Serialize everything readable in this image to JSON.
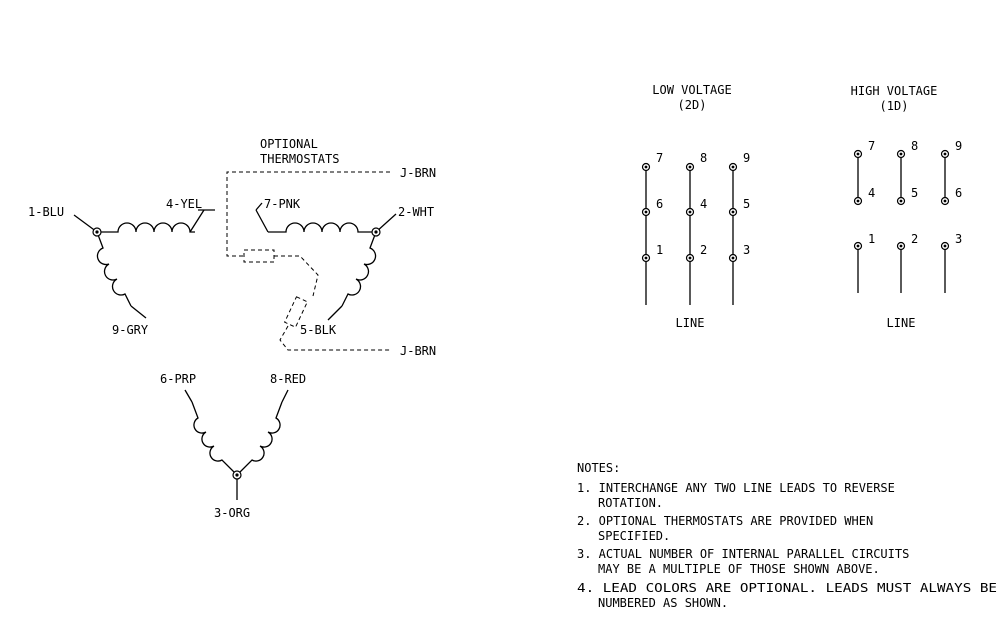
{
  "schematic": {
    "thermostat_label_1": "OPTIONAL",
    "thermostat_label_2": "THERMOSTATS",
    "leads": {
      "l1": "1-BLU",
      "l2": "2-WHT",
      "l3": "3-ORG",
      "l4": "4-YEL",
      "l5": "5-BLK",
      "l6": "6-PRP",
      "l7": "7-PNK",
      "l8": "8-RED",
      "l9": "9-GRY"
    },
    "jbrn_top": "J-BRN",
    "jbrn_bottom": "J-BRN"
  },
  "low_voltage": {
    "title": "LOW VOLTAGE",
    "subtitle": "(2D)",
    "line_label": "LINE",
    "row_top": [
      "7",
      "8",
      "9"
    ],
    "row_mid": [
      "6",
      "4",
      "5"
    ],
    "row_bottom": [
      "1",
      "2",
      "3"
    ]
  },
  "high_voltage": {
    "title": "HIGH VOLTAGE",
    "subtitle": "(1D)",
    "line_label": "LINE",
    "row_top": [
      "7",
      "8",
      "9"
    ],
    "row_mid": [
      "4",
      "5",
      "6"
    ],
    "row_bottom": [
      "1",
      "2",
      "3"
    ]
  },
  "notes": {
    "heading": "NOTES:",
    "n1_a": "1. INTERCHANGE ANY TWO LINE LEADS TO REVERSE",
    "n1_b": "ROTATION.",
    "n2_a": "2. OPTIONAL THERMOSTATS ARE PROVIDED WHEN",
    "n2_b": "SPECIFIED.",
    "n3_a": "3. ACTUAL NUMBER OF INTERNAL PARALLEL CIRCUITS",
    "n3_b": "MAY BE A MULTIPLE OF THOSE SHOWN ABOVE.",
    "n4_a": "4. LEAD COLORS ARE OPTIONAL.  LEADS MUST ALWAYS BE",
    "n4_b": "NUMBERED AS SHOWN."
  }
}
